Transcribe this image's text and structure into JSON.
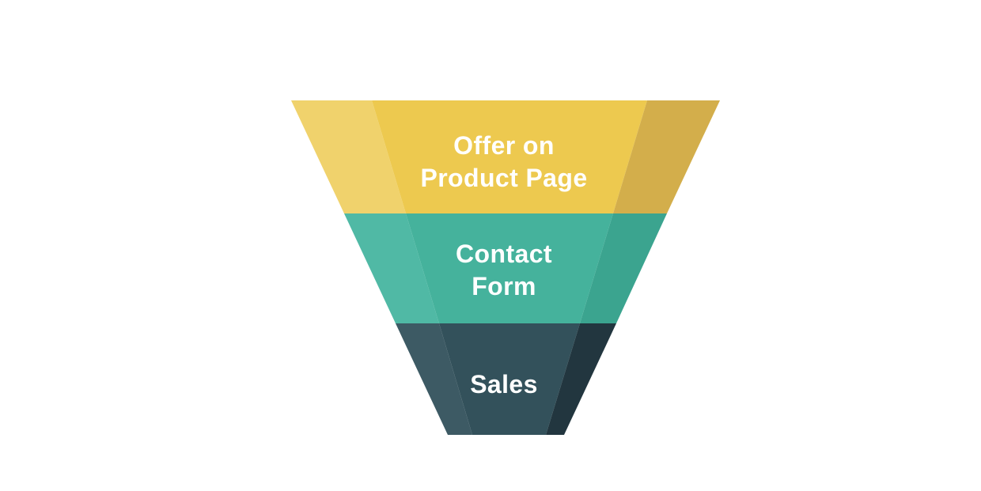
{
  "background_color": "#ffffff",
  "text_color": "#ffffff",
  "funnel": {
    "type": "funnel",
    "direction": "top-wide-to-bottom-narrow",
    "stages": [
      {
        "label": "Offer on Product Page",
        "line1": "Offer on",
        "line2": "Product Page",
        "colors": {
          "left": "#F0D26C",
          "center": "#EDC94F",
          "right": "#D3AE4B"
        }
      },
      {
        "label": "Contact Form",
        "line1": "Contact",
        "line2": "Form",
        "colors": {
          "left": "#50B9A5",
          "center": "#45B29C",
          "right": "#3BA48F"
        }
      },
      {
        "label": "Sales",
        "line1": "Sales",
        "colors": {
          "left": "#3D5A64",
          "center": "#33515B",
          "right": "#22363F"
        }
      }
    ]
  }
}
